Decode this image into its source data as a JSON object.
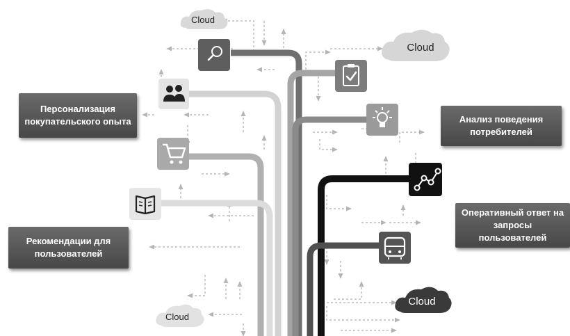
{
  "labels": {
    "personalization": "Персонализация покупательского опыта",
    "behavior": "Анализ поведения потребителей",
    "response": "Оперативный ответ на запросы пользователей",
    "recommendations": "Рекомендации для пользователей"
  },
  "clouds": {
    "top_left": "Cloud",
    "top_right": "Cloud",
    "bottom_left": "Cloud",
    "bottom_right": "Cloud"
  },
  "icons": [
    "search-icon",
    "clipboard-check-icon",
    "users-icon",
    "lightbulb-icon",
    "shopping-cart-icon",
    "network-chart-icon",
    "book-icon",
    "truck-icon"
  ]
}
